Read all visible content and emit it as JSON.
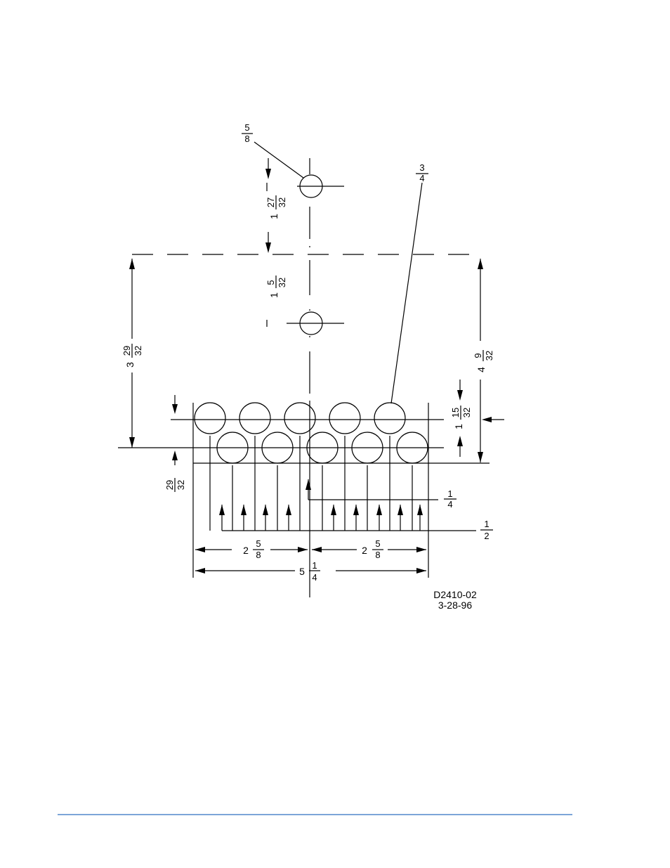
{
  "drawing": {
    "hole_diameter": {
      "num": "5",
      "den": "8"
    },
    "tube_diameter": {
      "num": "3",
      "den": "4"
    },
    "top_hole_offset": {
      "whole": "1",
      "num": "27",
      "den": "32"
    },
    "middle_hole_offset": {
      "whole": "1",
      "num": "5",
      "den": "32"
    },
    "left_height": {
      "whole": "3",
      "num": "29",
      "den": "32"
    },
    "right_height": {
      "whole": "4",
      "num": "9",
      "den": "32"
    },
    "row_pitch": {
      "whole": "1",
      "num": "15",
      "den": "32"
    },
    "bottom_offset": {
      "num": "29",
      "den": "32"
    },
    "quarter_leader": {
      "num": "1",
      "den": "4"
    },
    "half_leader": {
      "num": "1",
      "den": "2"
    },
    "half_width_left": {
      "whole": "2",
      "num": "5",
      "den": "8"
    },
    "half_width_right": {
      "whole": "2",
      "num": "5",
      "den": "8"
    },
    "overall_width": {
      "whole": "5",
      "num": "1",
      "den": "4"
    },
    "drawing_number": "D2410-02",
    "drawing_date": "3-28-96"
  }
}
